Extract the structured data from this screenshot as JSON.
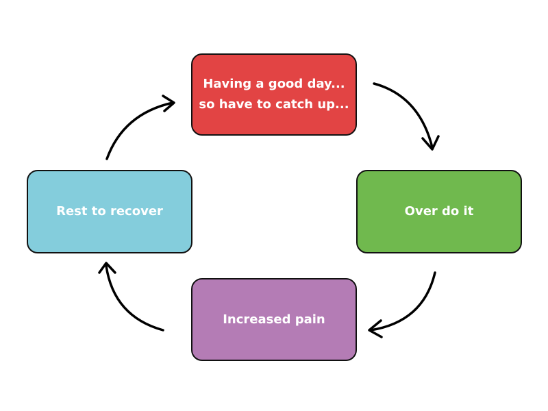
{
  "diagram": {
    "type": "cycle",
    "nodes": [
      {
        "id": "top",
        "label": "Having a good day...\nso have to catch up...",
        "color": "#E24444"
      },
      {
        "id": "right",
        "label": "Over do it",
        "color": "#70B94E"
      },
      {
        "id": "bottom",
        "label": "Increased pain",
        "color": "#B47CB5"
      },
      {
        "id": "left",
        "label": "Rest to recover",
        "color": "#84CDDC"
      }
    ],
    "edges": [
      {
        "from": "top",
        "to": "right"
      },
      {
        "from": "right",
        "to": "bottom"
      },
      {
        "from": "bottom",
        "to": "left"
      },
      {
        "from": "left",
        "to": "top"
      }
    ],
    "arrow_color": "#000000"
  }
}
